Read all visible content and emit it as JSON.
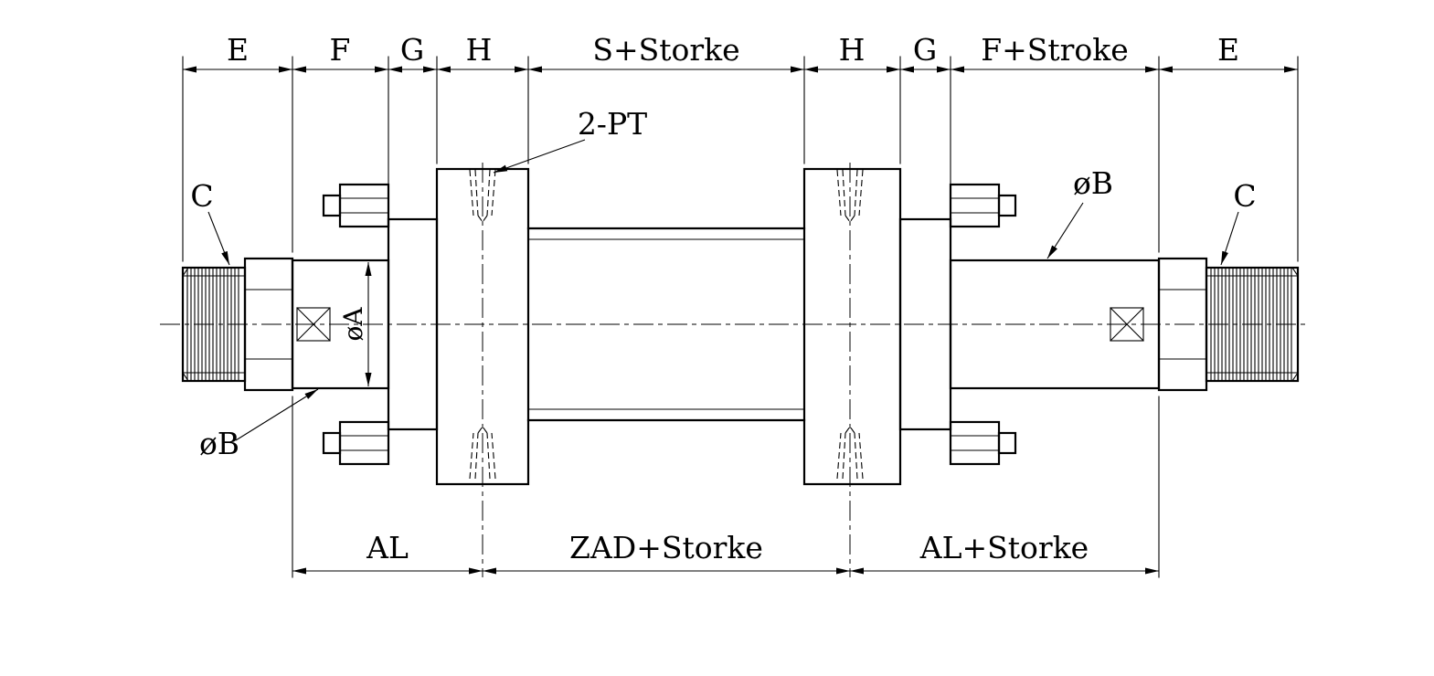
{
  "page": {
    "background": "#ffffff",
    "line_color": "#000000"
  },
  "drawing": {
    "type": "technical-drawing",
    "subject": "double rod end tie-rod hydraulic cylinder, side view with dimension chains",
    "top_dimensions": [
      "E",
      "F",
      "G",
      "H",
      "S+Storke",
      "H",
      "G",
      "F+Stroke",
      "E"
    ],
    "bottom_dimensions": [
      "AL",
      "ZAD+Storke",
      "AL+Storke"
    ],
    "callouts": {
      "rod_thread_left": "C",
      "rod_thread_right": "C",
      "rod_diameter_left": "øB",
      "rod_diameter_right": "øB",
      "flat_width": "øA",
      "ports": "2-PT"
    }
  }
}
